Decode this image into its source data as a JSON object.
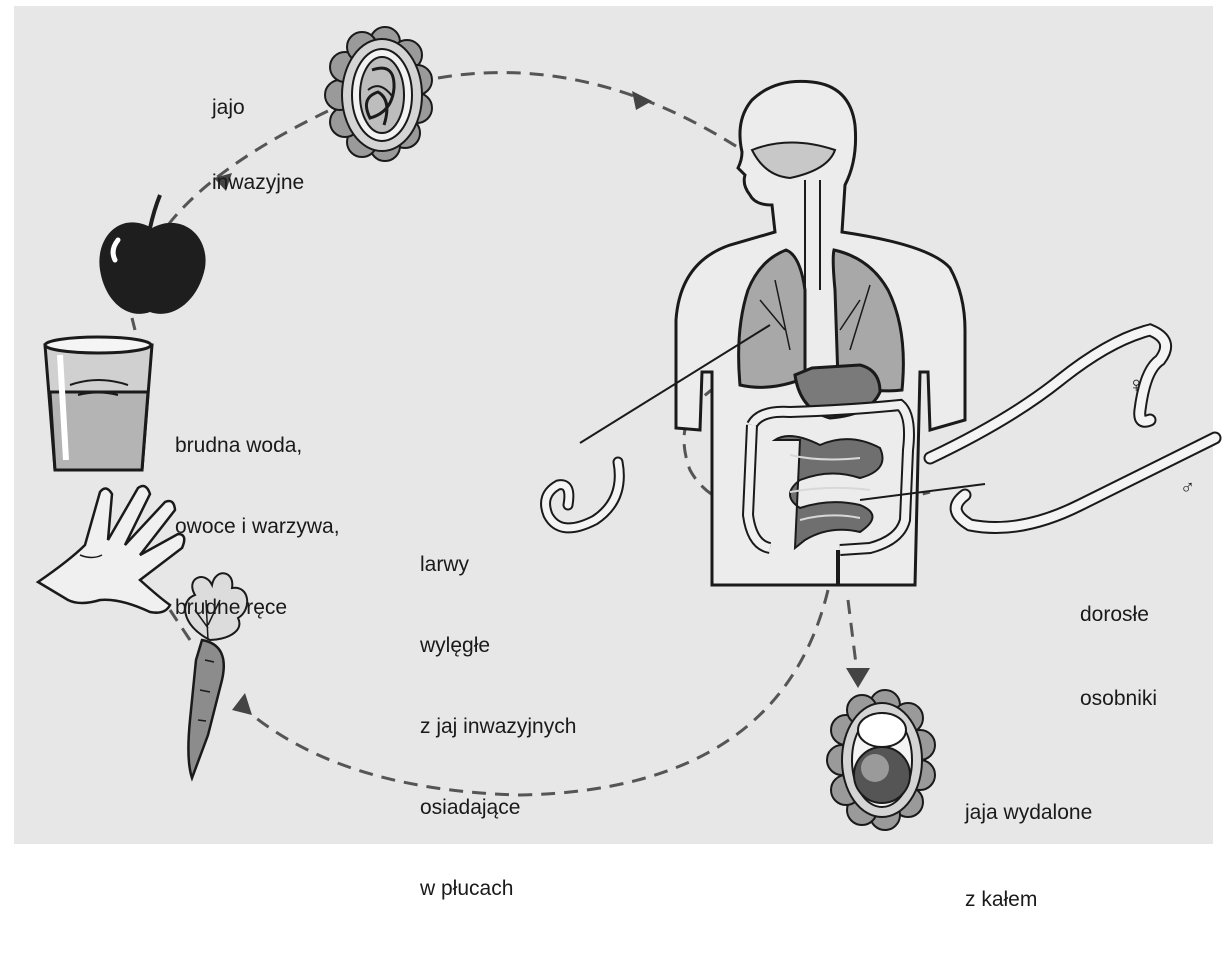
{
  "labels": {
    "egg_infective": [
      "jajo",
      "inwazyjne"
    ],
    "sources": [
      "brudna woda,",
      "owoce i warzywa,",
      "brudne ręce"
    ],
    "larvae": [
      "larwy",
      "wylęgłe",
      "z jaj inwazyjnych",
      "osiadające",
      "w płucach"
    ],
    "adults": [
      "dorosłe",
      "osobniki"
    ],
    "eggs_excreted": [
      "jaja wydalone",
      "z kałem"
    ],
    "female_symbol": "♀",
    "male_symbol": "♂"
  },
  "colors": {
    "panel": "#e7e7e7",
    "line": "#555555",
    "dark": "#222222",
    "body_fill": "#ececec",
    "organ": "#8a8a8a",
    "apple": "#1e1e1e"
  }
}
